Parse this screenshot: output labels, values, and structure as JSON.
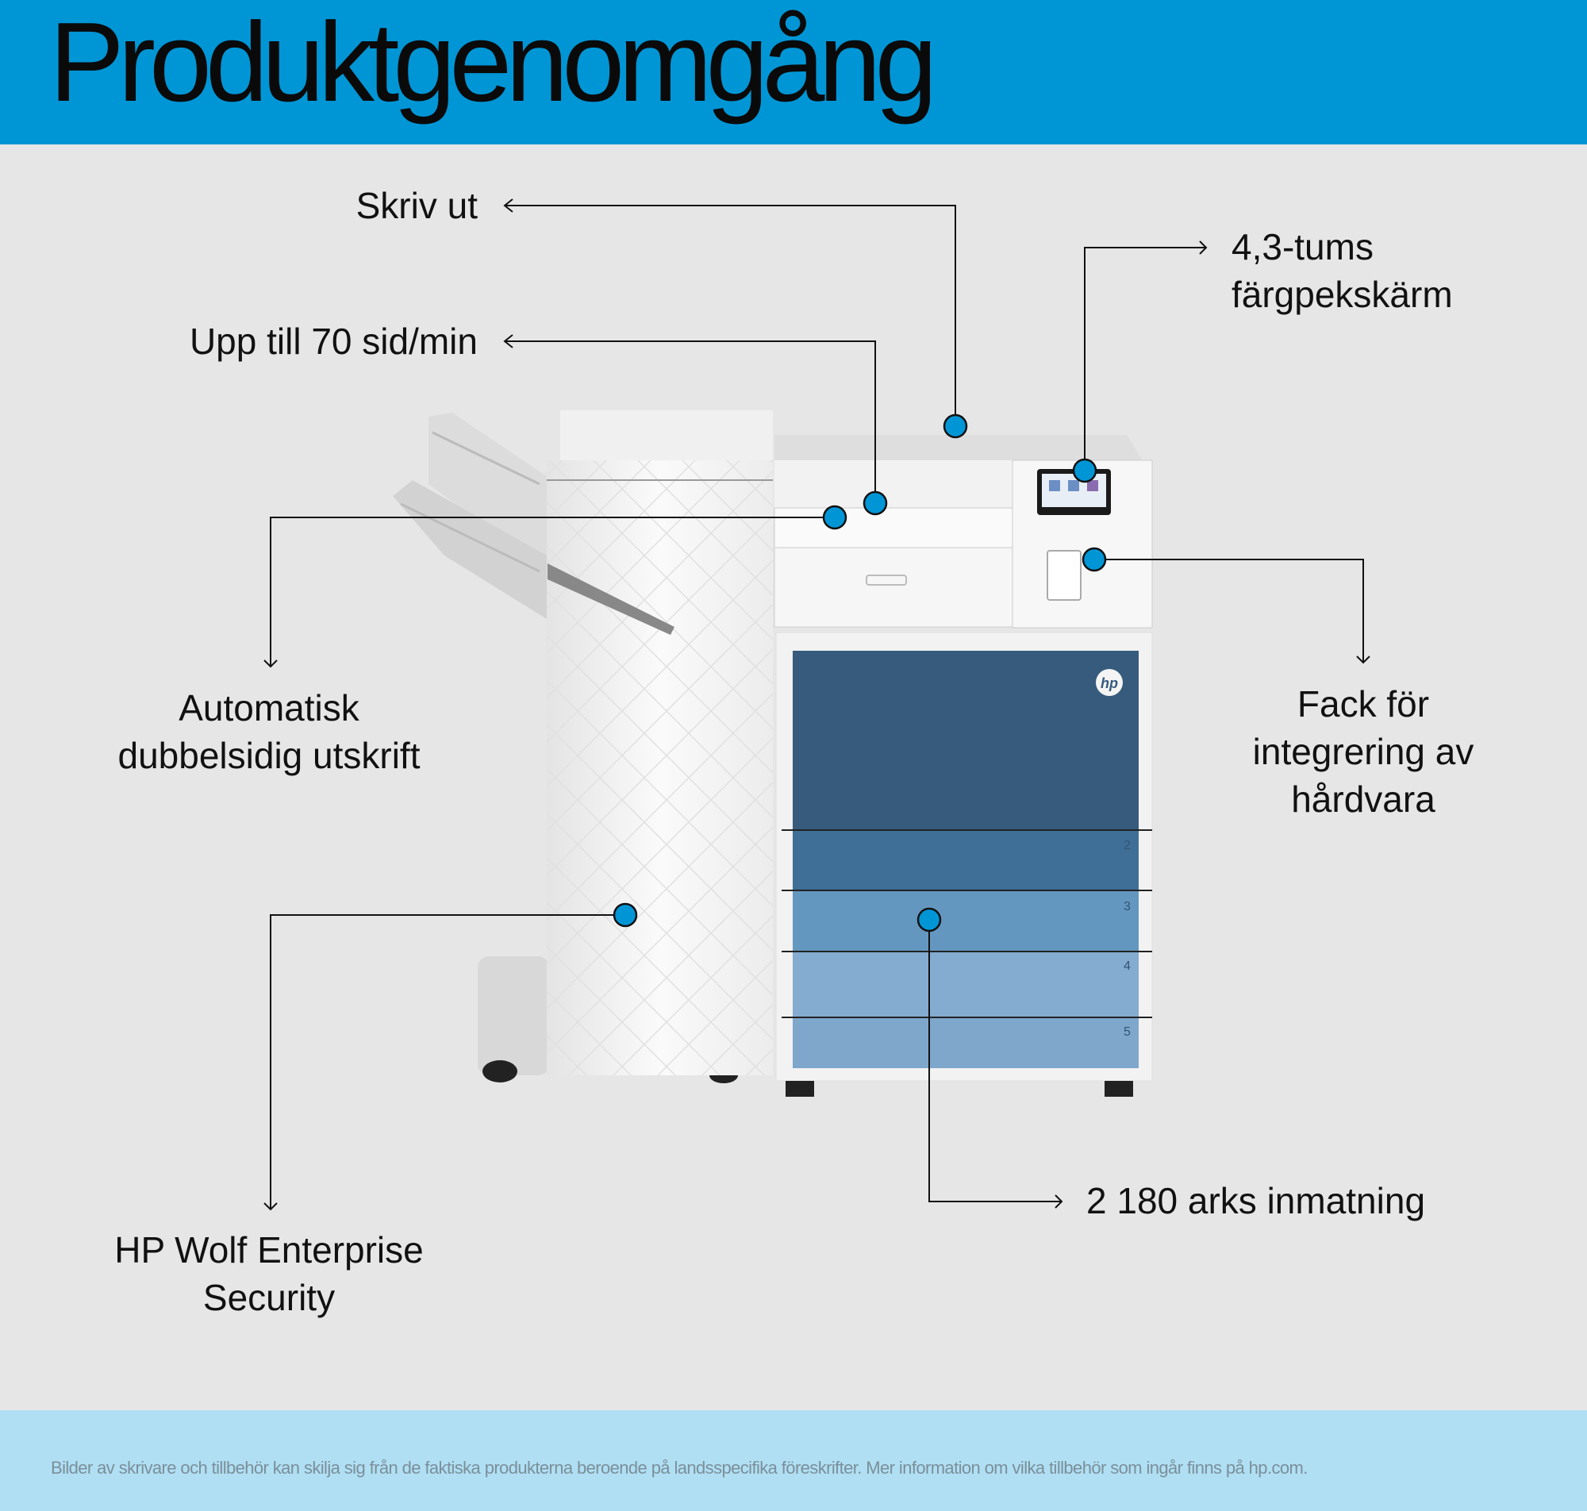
{
  "header": {
    "title": "Produktgenomgång"
  },
  "colors": {
    "header_bg": "#0096d6",
    "background": "#e6e6e6",
    "footer_bg": "#b0dff3",
    "callout_dot": "#0096d6",
    "printer_blue_dark": "#365b7c",
    "printer_blue_light": "#84abd0"
  },
  "callouts": {
    "print": "Skriv ut",
    "speed": "Upp till 70 sid/min",
    "touchscreen_line1": "4,3-tums",
    "touchscreen_line2": "färgpekskärm",
    "duplex_line1": "Automatisk",
    "duplex_line2": "dubbelsidig utskrift",
    "hip_line1": "Fack för",
    "hip_line2": "integrering av",
    "hip_line3": "hårdvara",
    "security_line1": "HP Wolf Enterprise",
    "security_line2": "Security",
    "input": "2 180 arks inmatning"
  },
  "product": {
    "logo": "hp",
    "tray_numbers": [
      "2",
      "3",
      "4",
      "5"
    ]
  },
  "footer": {
    "disclaimer": "Bilder av skrivare och tillbehör kan skilja sig från de faktiska produkterna beroende på landsspecifika föreskrifter. Mer information om vilka tillbehör som ingår finns på hp.com."
  }
}
